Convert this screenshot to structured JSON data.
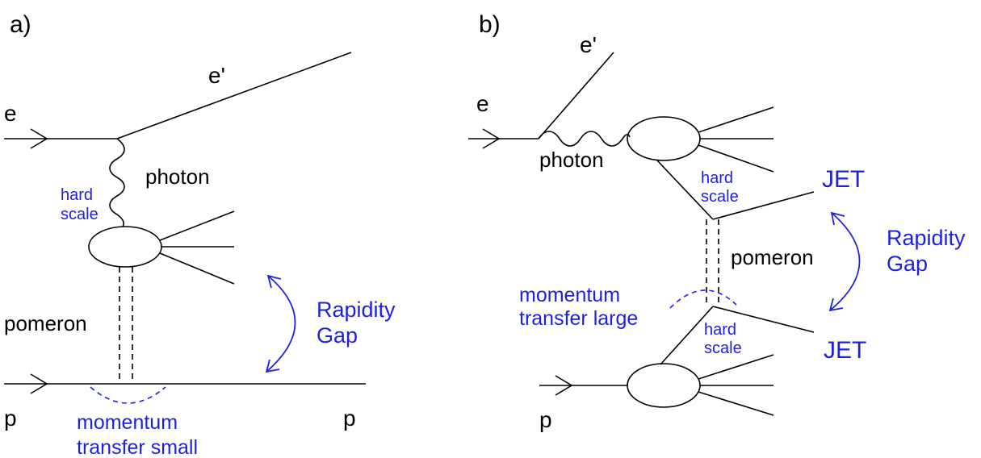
{
  "panel_a": {
    "label": "a)",
    "e": "e",
    "e_prime": "e'",
    "photon": "photon",
    "hard": "hard",
    "scale": "scale",
    "pomeron": "pomeron",
    "rapidity": "Rapidity",
    "gap": "Gap",
    "p_in": "p",
    "p_out": "p",
    "momentum": "momentum",
    "transfer": "transfer small"
  },
  "panel_b": {
    "label": "b)",
    "e": "e",
    "e_prime": "e'",
    "photon": "photon",
    "hard_top": "hard",
    "scale_top": "scale",
    "jet_top": "JET",
    "pomeron": "pomeron",
    "rapidity": "Rapidity",
    "gap": "Gap",
    "momentum": "momentum",
    "transfer": "transfer large",
    "hard_bottom": "hard",
    "scale_bottom": "scale",
    "jet_bottom": "JET",
    "p_in": "p"
  },
  "colors": {
    "line": "#000000",
    "accent": "#1f1fe0"
  }
}
